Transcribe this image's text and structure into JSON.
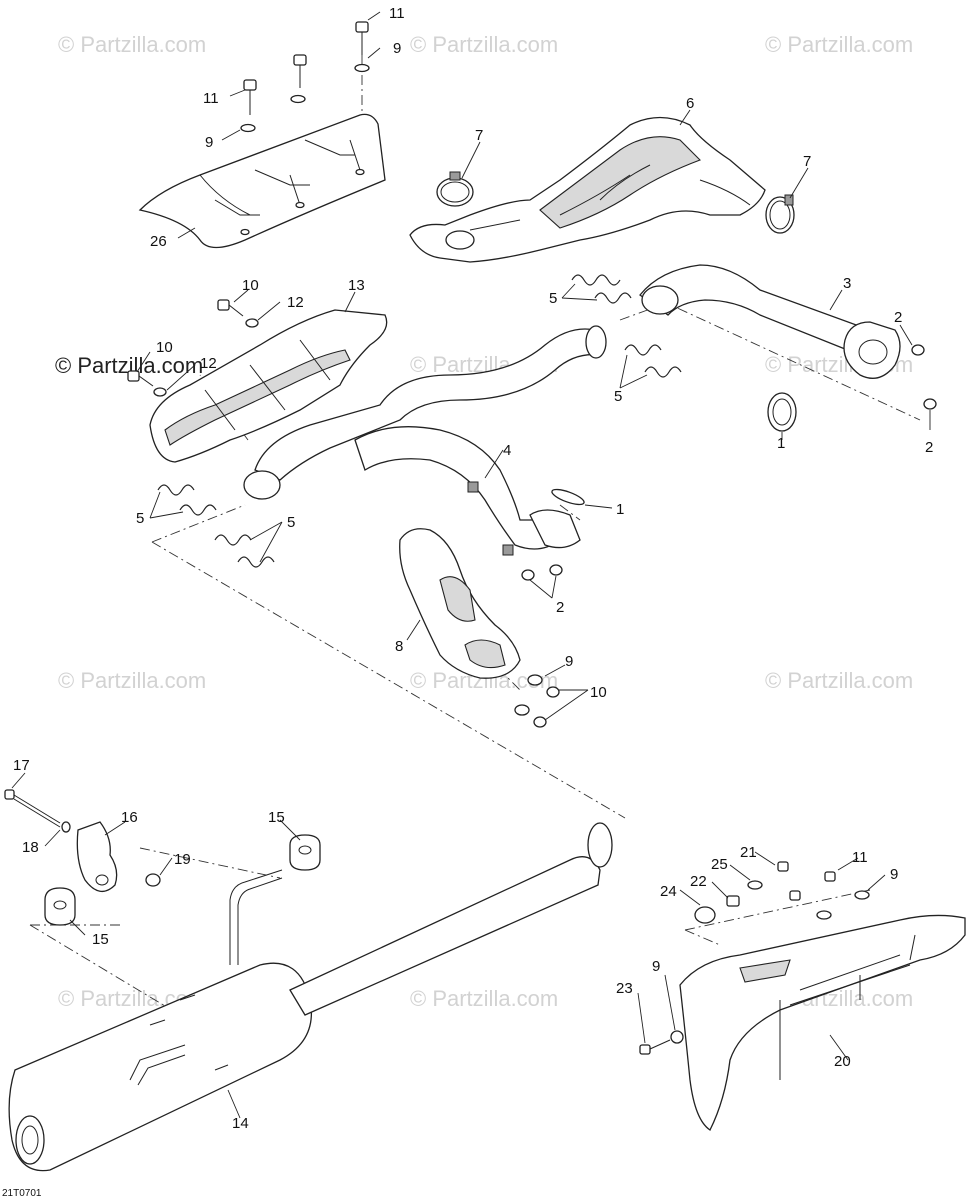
{
  "watermarks": [
    "© Partzilla.com",
    "© Partzilla.com",
    "© Partzilla.com",
    "© Partzilla.com",
    "© Partzilla.com",
    "© Partzilla.com",
    "© Partzilla.com",
    "© Partzilla.com",
    "© Partzilla.com",
    "© Partzilla.com",
    "© Partzilla.com"
  ],
  "watermark_main": "© Partzilla.com",
  "diagram_code": "21T0701",
  "callouts": {
    "c1a": "1",
    "c1b": "1",
    "c2a": "2",
    "c2b": "2",
    "c2c": "2",
    "c3": "3",
    "c4": "4",
    "c5a": "5",
    "c5b": "5",
    "c5c": "5",
    "c5d": "5",
    "c6": "6",
    "c7a": "7",
    "c7b": "7",
    "c8": "8",
    "c9a": "9",
    "c9b": "9",
    "c9c": "9",
    "c9d": "9",
    "c9e": "9",
    "c10a": "10",
    "c10b": "10",
    "c10c": "10",
    "c11a": "11",
    "c11b": "11",
    "c11c": "11",
    "c12a": "12",
    "c12b": "12",
    "c13": "13",
    "c14": "14",
    "c15a": "15",
    "c15b": "15",
    "c16": "16",
    "c17": "17",
    "c18": "18",
    "c19": "19",
    "c20": "20",
    "c21": "21",
    "c22": "22",
    "c23": "23",
    "c24": "24",
    "c25": "25",
    "c26": "26"
  }
}
